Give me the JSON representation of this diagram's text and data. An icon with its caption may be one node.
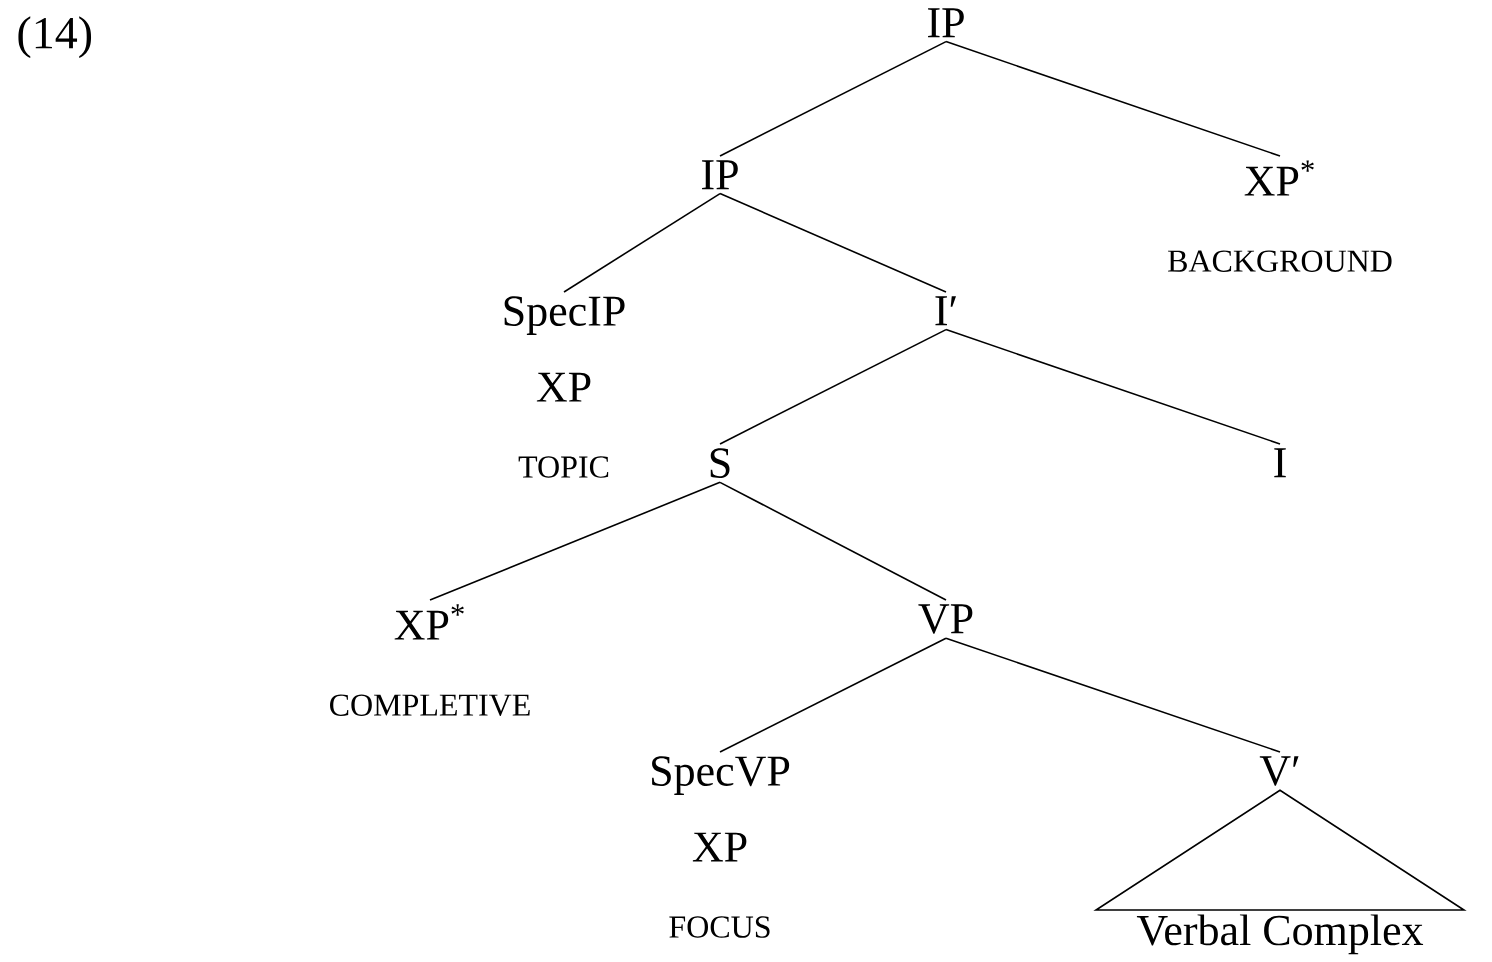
{
  "diagram": {
    "nodes": [
      {
        "text": [
          "IP"
        ]
      },
      {
        "text": [
          "IP"
        ]
      },
      {
        "text": [
          "XP$^{*}$",
          "BACKGROUND"
        ]
      },
      {
        "text": [
          "SpecIP",
          "XP",
          "TOPIC"
        ]
      },
      {
        "text": [
          "I′"
        ]
      },
      {
        "text": [
          "S"
        ]
      },
      {
        "text": [
          "I"
        ]
      },
      {
        "text": [
          "XP$^{*}$",
          "COMPLETIVE"
        ]
      },
      {
        "text": [
          "VP"
        ]
      },
      {
        "text": [
          "SpecVP",
          "XP",
          "FOCUS"
        ]
      },
      {
        "text": [
          "V′"
        ]
      },
      {
        "text": [
          "Verbal Complex"
        ]
      }
    ],
    "edges": [
      {
        "from": 0,
        "to": 1,
        "arrow": "none"
      },
      {
        "from": 0,
        "to": 2,
        "arrow": "none"
      },
      {
        "from": 1,
        "to": 3,
        "arrow": "none"
      },
      {
        "from": 1,
        "to": 4,
        "arrow": "none"
      },
      {
        "from": 4,
        "to": 5,
        "arrow": "none"
      },
      {
        "from": 4,
        "to": 6,
        "arrow": "none"
      },
      {
        "from": 5,
        "to": 7,
        "arrow": "none"
      },
      {
        "from": 5,
        "to": 8,
        "arrow": "none"
      },
      {
        "from": 8,
        "to": 9,
        "arrow": "none"
      },
      {
        "from": 8,
        "to": 10,
        "arrow": "none"
      },
      {
        "from": 10,
        "to": 11,
        "arrow": "none"
      }
    ],
    "labels": [
      "(14)"
    ]
  }
}
